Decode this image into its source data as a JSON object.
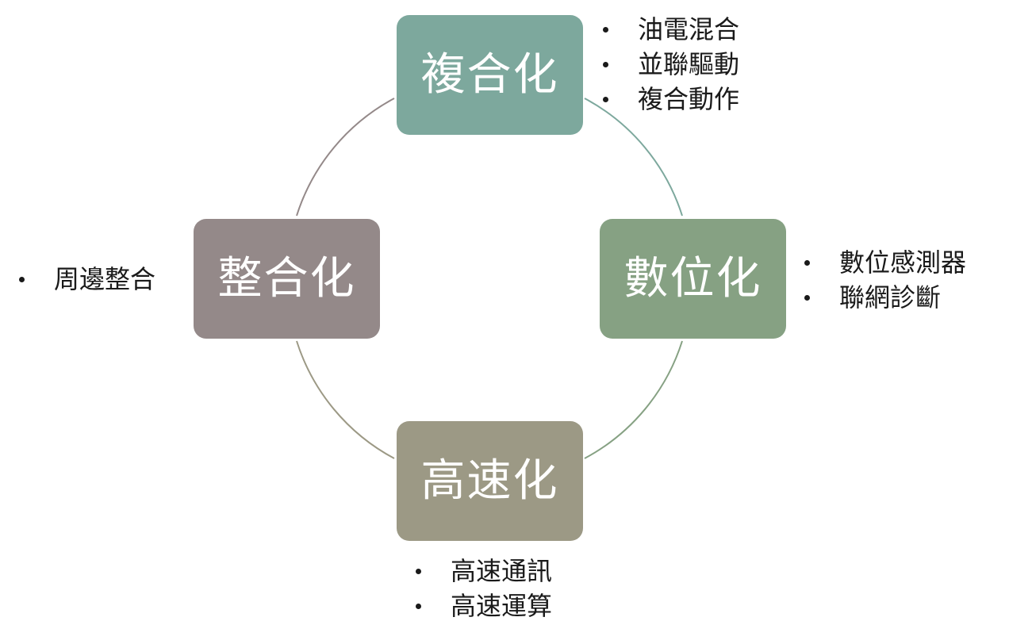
{
  "colors": {
    "top_node": "#7da89d",
    "right_node": "#86a183",
    "bottom_node": "#9c9985",
    "left_node": "#948989",
    "connector_top_right": "#7da89d",
    "connector_right_bottom": "#86a183",
    "connector_bottom_left": "#9c9985",
    "connector_left_top": "#948989"
  },
  "nodes": {
    "top": {
      "label": "複合化",
      "items": [
        "油電混合",
        "並聯驅動",
        "複合動作"
      ]
    },
    "right": {
      "label": "數位化",
      "items": [
        "數位感測器",
        "聯網診斷"
      ]
    },
    "bottom": {
      "label": "高速化",
      "items": [
        "高速通訊",
        "高速運算"
      ]
    },
    "left": {
      "label": "整合化",
      "items": [
        "周邊整合"
      ]
    }
  }
}
